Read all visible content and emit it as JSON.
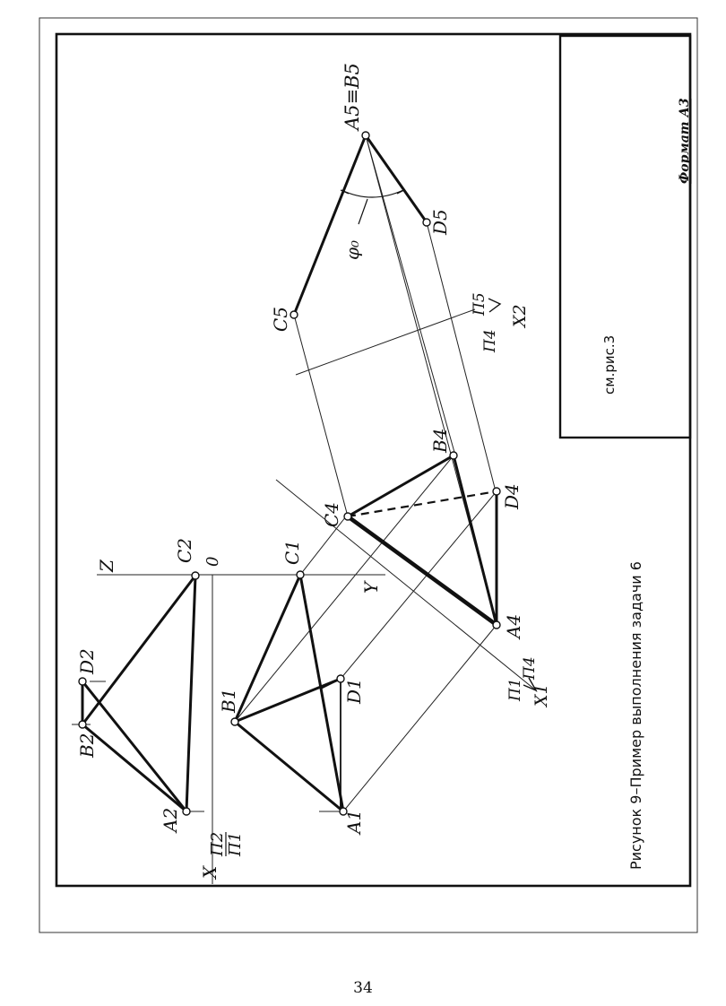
{
  "caption": "Рисунок 9–Пример выполнения задачи 6",
  "title_block_ref": "см.рис.3",
  "format_label": "Формат А3",
  "page_number": "34",
  "phi_label": "φ₀",
  "axes": {
    "z": "Z",
    "y": "Y",
    "origin": "0",
    "x_main": "X",
    "x_main_planes_top": "П2",
    "x_main_planes_bottom": "П1",
    "x1": "X1",
    "x1_planes": [
      "П1",
      "П4"
    ],
    "x2": "X2",
    "x2_planes": [
      "П4",
      "П5"
    ]
  },
  "points": {
    "A2": "A2",
    "B2": "B2",
    "C2": "C2",
    "D2": "D2",
    "A1": "A1",
    "B1": "B1",
    "C1": "C1",
    "D1": "D1",
    "A4": "A4",
    "B4": "B4",
    "C4": "C4",
    "D4": "D4",
    "A5B5": "A5≡B5",
    "C5": "C5",
    "D5": "D5"
  }
}
